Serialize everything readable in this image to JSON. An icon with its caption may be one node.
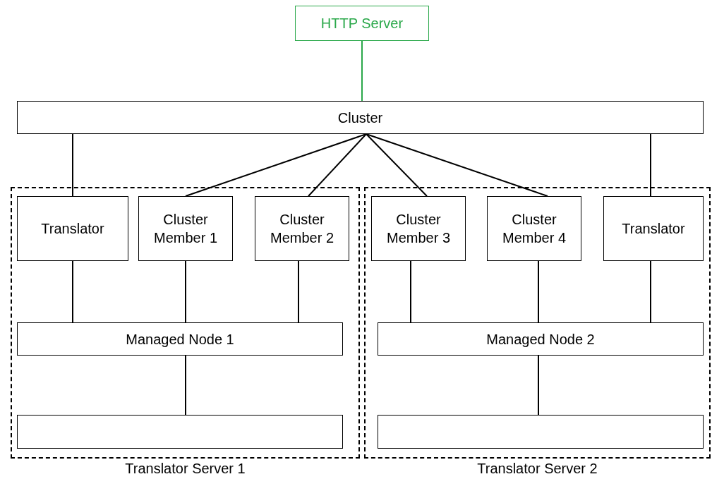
{
  "diagram": {
    "nodes": [
      {
        "text": [
          "HTTP Server"
        ]
      },
      {
        "text": [
          "Cluster"
        ]
      },
      {
        "text": [
          "Translator Server 1"
        ]
      },
      {
        "text": [
          "Translator"
        ],
        "in": 2
      },
      {
        "text": [
          "Cluster Member 1"
        ],
        "in": 2
      },
      {
        "text": [
          "Cluster Member 2"
        ],
        "in": 2
      },
      {
        "text": [
          "Managed Node 1"
        ],
        "in": 2
      },
      {
        "text": [],
        "shape": "box",
        "in": 2
      },
      {
        "text": [
          "Translator Server 2"
        ]
      },
      {
        "text": [
          "Cluster Member 3"
        ],
        "in": 8
      },
      {
        "text": [
          "Cluster Member 4"
        ],
        "in": 8
      },
      {
        "text": [
          "Translator"
        ],
        "in": 8
      },
      {
        "text": [
          "Managed Node 2"
        ],
        "in": 8
      },
      {
        "text": [],
        "shape": "box",
        "in": 8
      }
    ],
    "edges": [
      {
        "from": 0,
        "to": 1,
        "arrow": "none",
        "color": "#2aa84a"
      },
      {
        "from": 1,
        "to": 3,
        "arrow": "none"
      },
      {
        "from": 1,
        "to": 4,
        "arrow": "none"
      },
      {
        "from": 1,
        "to": 5,
        "arrow": "none"
      },
      {
        "from": 1,
        "to": 9,
        "arrow": "none"
      },
      {
        "from": 1,
        "to": 10,
        "arrow": "none"
      },
      {
        "from": 1,
        "to": 11,
        "arrow": "none"
      },
      {
        "from": 3,
        "to": 6,
        "arrow": "none"
      },
      {
        "from": 4,
        "to": 6,
        "arrow": "none"
      },
      {
        "from": 5,
        "to": 6,
        "arrow": "none"
      },
      {
        "from": 9,
        "to": 12,
        "arrow": "none"
      },
      {
        "from": 10,
        "to": 12,
        "arrow": "none"
      },
      {
        "from": 11,
        "to": 12,
        "arrow": "none"
      },
      {
        "from": 6,
        "to": 7,
        "arrow": "none"
      },
      {
        "from": 12,
        "to": 13,
        "arrow": "none"
      }
    ]
  }
}
